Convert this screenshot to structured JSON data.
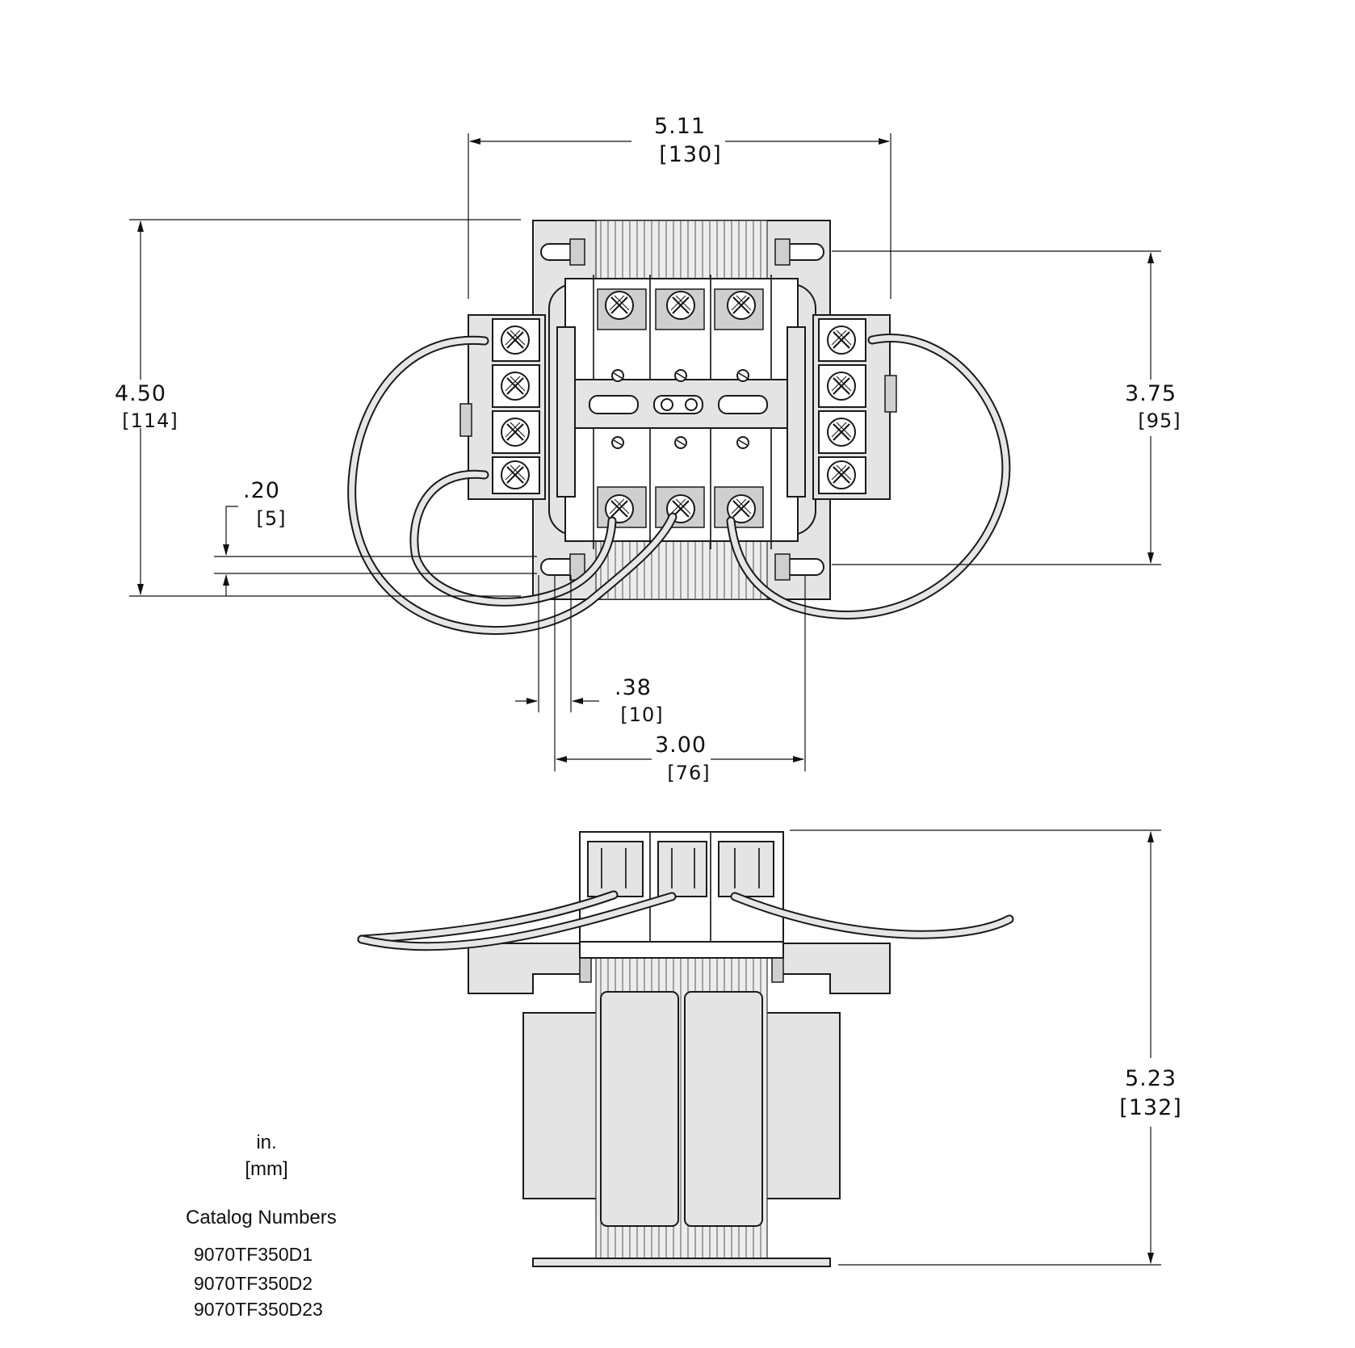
{
  "dimensions": {
    "top_width": {
      "in": "5.11",
      "mm": "[130]"
    },
    "overall_height": {
      "in": "4.50",
      "mm": "[114]"
    },
    "mount_height": {
      "in": "3.75",
      "mm": "[95]"
    },
    "foot_offset": {
      "in": ".20",
      "mm": "[5]"
    },
    "slot_width": {
      "in": ".38",
      "mm": "[10]"
    },
    "mount_width": {
      "in": "3.00",
      "mm": "[76]"
    },
    "overall_depth": {
      "in": "5.23",
      "mm": "[132]"
    }
  },
  "units": {
    "inch": "in.",
    "metric": "[mm]"
  },
  "catalog": {
    "heading": "Catalog Numbers",
    "numbers": [
      "9070TF350D1",
      "9070TF350D2",
      "9070TF350D23"
    ]
  }
}
